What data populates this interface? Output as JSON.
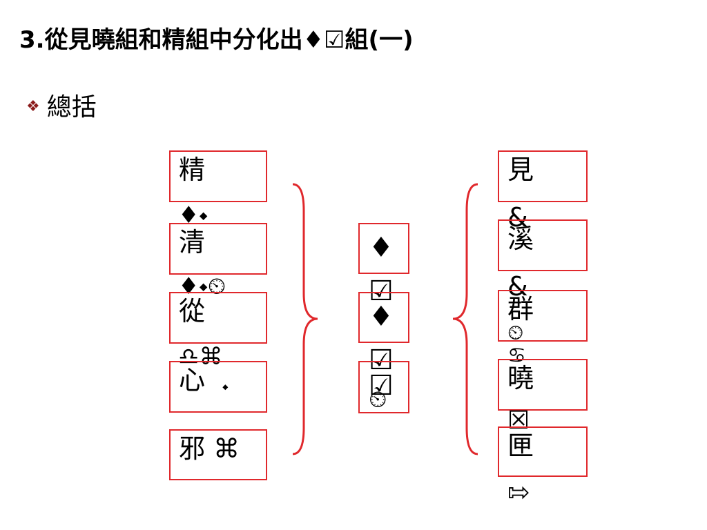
{
  "title": "3.從見曉組和精組中分化出♦☑組(一)",
  "bullet": {
    "icon": "diamond-bullet-icon",
    "text": "總括"
  },
  "left_boxes": [
    {
      "char": "精",
      "overflow": "♦⬩"
    },
    {
      "char": "清",
      "overflow": "♦⬩⏲"
    },
    {
      "char": "從",
      "overflow": "♎⌘"
    },
    {
      "char": "心",
      "overflow": "⬩"
    },
    {
      "char": "邪 ⌘",
      "overflow": ""
    }
  ],
  "middle_boxes": [
    {
      "char": "♦",
      "overflow": "☑"
    },
    {
      "char": "♦",
      "overflow": "☑"
    },
    {
      "char": "☑",
      "overflow": "⏲"
    }
  ],
  "right_boxes": [
    {
      "char": "見",
      "overflow": "&"
    },
    {
      "char": "溪",
      "overflow": "&"
    },
    {
      "char": "群",
      "overflow": "⏲♋"
    },
    {
      "char": "曉",
      "overflow": "☒"
    },
    {
      "char": "匣",
      "overflow": "⇰"
    }
  ],
  "colors": {
    "box_border": "#e0282c",
    "brace": "#e0282c",
    "bullet": "#8b1c1c"
  }
}
